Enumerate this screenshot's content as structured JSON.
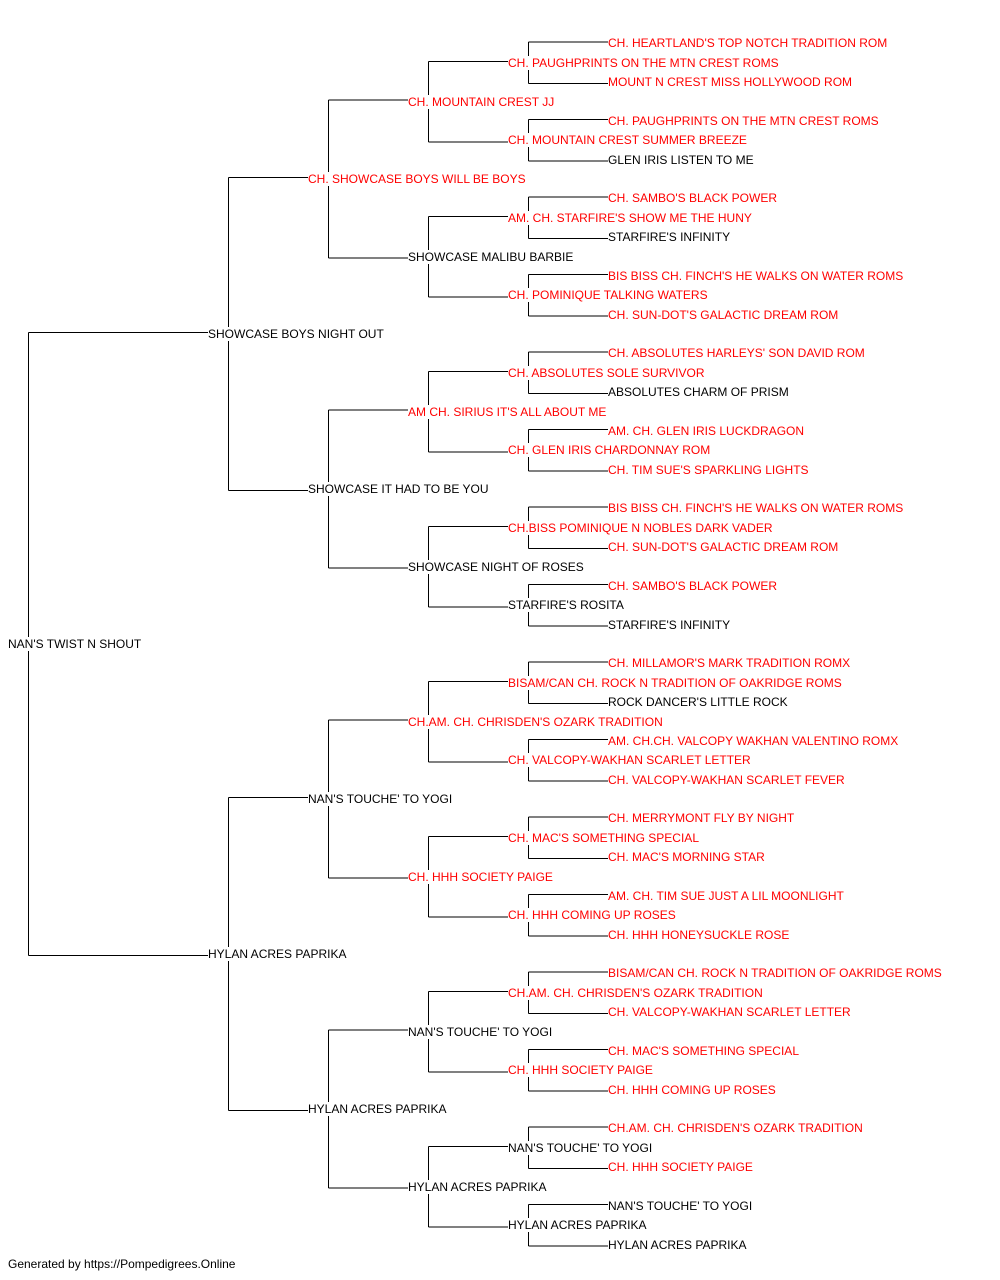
{
  "colors": {
    "champion": "#ff0000",
    "normal": "#000000",
    "line": "#000000"
  },
  "footer": "Generated by https://Pompedigrees.Online",
  "pedigree": {
    "name": "NAN'S TWIST N SHOUT",
    "red": false,
    "sire": {
      "name": "SHOWCASE BOYS NIGHT OUT",
      "red": false,
      "sire": {
        "name": "CH. SHOWCASE BOYS WILL BE BOYS",
        "red": true,
        "sire": {
          "name": "CH. MOUNTAIN CREST JJ",
          "red": true,
          "sire": {
            "name": "CH. PAUGHPRINTS ON THE MTN CREST ROMS",
            "red": true,
            "sire": {
              "name": "CH. HEARTLAND'S TOP NOTCH TRADITION ROM",
              "red": true
            },
            "dam": {
              "name": "MOUNT N CREST MISS HOLLYWOOD ROM",
              "red": true
            }
          },
          "dam": {
            "name": "CH. MOUNTAIN CREST SUMMER BREEZE",
            "red": true,
            "sire": {
              "name": "CH. PAUGHPRINTS ON THE MTN CREST ROMS",
              "red": true
            },
            "dam": {
              "name": "GLEN IRIS LISTEN TO ME",
              "red": false
            }
          }
        },
        "dam": {
          "name": "SHOWCASE MALIBU BARBIE",
          "red": false,
          "sire": {
            "name": "AM. CH. STARFIRE'S SHOW ME THE HUNY",
            "red": true,
            "sire": {
              "name": "CH. SAMBO'S BLACK POWER",
              "red": true
            },
            "dam": {
              "name": "STARFIRE'S INFINITY",
              "red": false
            }
          },
          "dam": {
            "name": "CH. POMINIQUE TALKING WATERS",
            "red": true,
            "sire": {
              "name": "BIS BISS CH. FINCH'S HE WALKS ON WATER ROMS",
              "red": true
            },
            "dam": {
              "name": "CH. SUN-DOT'S GALACTIC DREAM ROM",
              "red": true
            }
          }
        }
      },
      "dam": {
        "name": "SHOWCASE IT HAD TO BE YOU",
        "red": false,
        "sire": {
          "name": "AM CH. SIRIUS IT'S ALL ABOUT ME",
          "red": true,
          "sire": {
            "name": "CH. ABSOLUTES SOLE SURVIVOR",
            "red": true,
            "sire": {
              "name": "CH. ABSOLUTES HARLEYS' SON DAVID ROM",
              "red": true
            },
            "dam": {
              "name": "ABSOLUTES CHARM OF PRISM",
              "red": false
            }
          },
          "dam": {
            "name": "CH. GLEN IRIS CHARDONNAY ROM",
            "red": true,
            "sire": {
              "name": "AM. CH. GLEN IRIS LUCKDRAGON",
              "red": true
            },
            "dam": {
              "name": "CH. TIM SUE'S SPARKLING LIGHTS",
              "red": true
            }
          }
        },
        "dam": {
          "name": "SHOWCASE NIGHT OF ROSES",
          "red": false,
          "sire": {
            "name": "CH.BISS POMINIQUE N NOBLES DARK VADER",
            "red": true,
            "sire": {
              "name": "BIS BISS CH. FINCH'S HE WALKS ON WATER ROMS",
              "red": true
            },
            "dam": {
              "name": "CH. SUN-DOT'S GALACTIC DREAM ROM",
              "red": true
            }
          },
          "dam": {
            "name": "STARFIRE'S ROSITA",
            "red": false,
            "sire": {
              "name": "CH. SAMBO'S BLACK POWER",
              "red": true
            },
            "dam": {
              "name": "STARFIRE'S INFINITY",
              "red": false
            }
          }
        }
      }
    },
    "dam": {
      "name": "HYLAN ACRES PAPRIKA",
      "red": false,
      "sire": {
        "name": "NAN'S TOUCHE' TO YOGI",
        "red": false,
        "sire": {
          "name": "CH.AM. CH. CHRISDEN'S OZARK TRADITION",
          "red": true,
          "sire": {
            "name": "BISAM/CAN CH. ROCK N TRADITION OF OAKRIDGE ROMS",
            "red": true,
            "sire": {
              "name": "CH. MILLAMOR'S MARK TRADITION ROMX",
              "red": true
            },
            "dam": {
              "name": "ROCK DANCER'S LITTLE ROCK",
              "red": false
            }
          },
          "dam": {
            "name": "CH. VALCOPY-WAKHAN SCARLET LETTER",
            "red": true,
            "sire": {
              "name": "AM. CH.CH. VALCOPY WAKHAN VALENTINO ROMX",
              "red": true
            },
            "dam": {
              "name": "CH. VALCOPY-WAKHAN SCARLET FEVER",
              "red": true
            }
          }
        },
        "dam": {
          "name": "CH. HHH SOCIETY PAIGE",
          "red": true,
          "sire": {
            "name": "CH. MAC'S SOMETHING SPECIAL",
            "red": true,
            "sire": {
              "name": "CH. MERRYMONT FLY BY NIGHT",
              "red": true
            },
            "dam": {
              "name": "CH. MAC'S MORNING STAR",
              "red": true
            }
          },
          "dam": {
            "name": "CH. HHH COMING UP ROSES",
            "red": true,
            "sire": {
              "name": "AM. CH. TIM SUE JUST A LIL MOONLIGHT",
              "red": true
            },
            "dam": {
              "name": "CH. HHH HONEYSUCKLE ROSE",
              "red": true
            }
          }
        }
      },
      "dam": {
        "name": "HYLAN ACRES PAPRIKA",
        "red": false,
        "sire": {
          "name": "NAN'S TOUCHE' TO YOGI",
          "red": false,
          "sire": {
            "name": "CH.AM. CH. CHRISDEN'S OZARK TRADITION",
            "red": true,
            "sire": {
              "name": "BISAM/CAN CH. ROCK N TRADITION OF OAKRIDGE ROMS",
              "red": true
            },
            "dam": {
              "name": "CH. VALCOPY-WAKHAN SCARLET LETTER",
              "red": true
            }
          },
          "dam": {
            "name": "CH. HHH SOCIETY PAIGE",
            "red": true,
            "sire": {
              "name": "CH. MAC'S SOMETHING SPECIAL",
              "red": true
            },
            "dam": {
              "name": "CH. HHH COMING UP ROSES",
              "red": true
            }
          }
        },
        "dam": {
          "name": "HYLAN ACRES PAPRIKA",
          "red": false,
          "sire": {
            "name": "NAN'S TOUCHE' TO YOGI",
            "red": false,
            "sire": {
              "name": "CH.AM. CH. CHRISDEN'S OZARK TRADITION",
              "red": true
            },
            "dam": {
              "name": "CH. HHH SOCIETY PAIGE",
              "red": true
            }
          },
          "dam": {
            "name": "HYLAN ACRES PAPRIKA",
            "red": false,
            "sire": {
              "name": "NAN'S TOUCHE' TO YOGI",
              "red": false
            },
            "dam": {
              "name": "HYLAN ACRES PAPRIKA",
              "red": false
            }
          }
        }
      }
    }
  }
}
